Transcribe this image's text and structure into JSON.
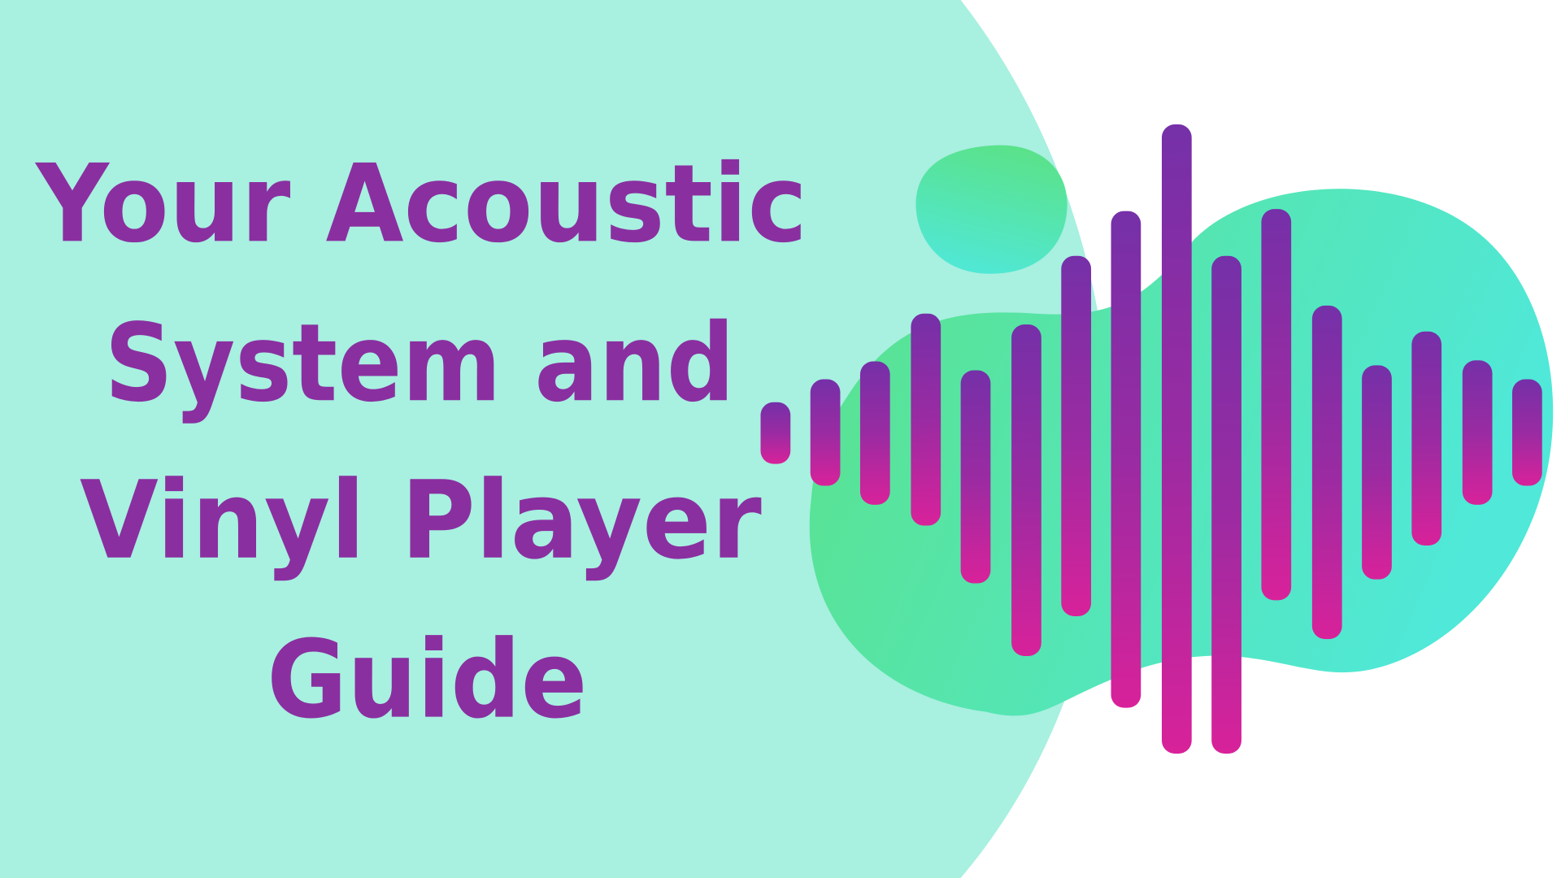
{
  "title": {
    "lines": [
      "Your Acoustic",
      "System and",
      "Vinyl Player",
      "Guide"
    ]
  },
  "colors": {
    "mint_background": "#a8f0e0",
    "blob_green": "#5ae28a",
    "blob_cyan": "#50e8d8",
    "bar_top": "#7530a8",
    "bar_bottom": "#d8229a",
    "title_text": "#8a2fa0"
  },
  "icons": [
    "sound-wave-icon"
  ]
}
